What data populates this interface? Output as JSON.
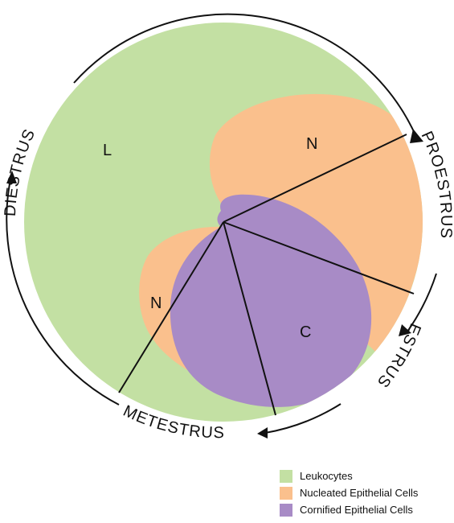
{
  "colors": {
    "leukocytes": "#c3e0a3",
    "nucleated": "#fac08d",
    "cornified": "#a88bc6",
    "line": "#111111"
  },
  "regions": {
    "leukocytes": "L",
    "nucleated_top": "N",
    "nucleated_left": "N",
    "cornified": "C"
  },
  "phases": {
    "diestrus": "DIESTRUS",
    "proestrus": "PROESTRUS",
    "estrus": "ESTRUS",
    "metestrus": "METESTRUS"
  },
  "legend": [
    {
      "label": "Leukocytes",
      "color": "#c3e0a3"
    },
    {
      "label": "Nucleated Epithelial Cells",
      "color": "#fac08d"
    },
    {
      "label": "Cornified Epithelial Cells",
      "color": "#a88bc6"
    }
  ]
}
